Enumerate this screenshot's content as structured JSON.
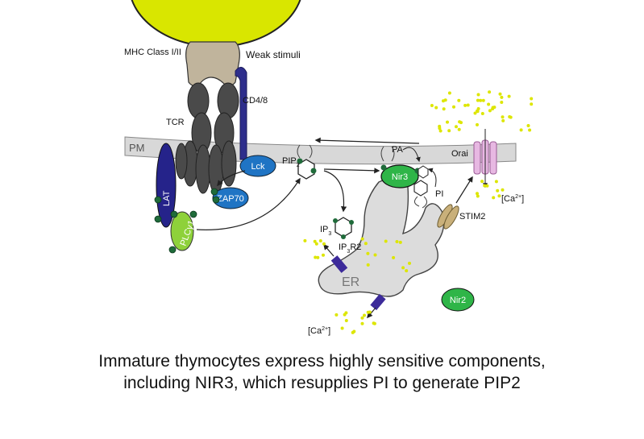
{
  "diagram": {
    "labels": {
      "mhc": "MHC Class I/II",
      "weak_stimuli": "Weak stimuli",
      "cd48": "CD4/8",
      "tcr": "TCR",
      "pm": "PM",
      "lck": "Lck",
      "zap70": "ZAP70",
      "lat": "LAT",
      "plcg1": "PLCγ1",
      "pip2_main": "PIP",
      "pip2_sub": "2",
      "pa": "PA",
      "nir3": "Nir3",
      "pi": "PI",
      "orai": "Orai",
      "ca_right_pre": "[Ca",
      "ca_right_sup": "2+",
      "ca_right_post": "]",
      "stim2": "STIM2",
      "ip3_main": "IP",
      "ip3_sub": "3",
      "ip3r2_main": "IP",
      "ip3r2_sub": "3",
      "ip3r2_post": "R2",
      "er": "ER",
      "nir2": "Nir2",
      "ca_bottom_pre": "[Ca",
      "ca_bottom_sup": "2+",
      "ca_bottom_post": "]"
    },
    "colors": {
      "apc_cell": "#d9e600",
      "mhc": "#c0b49c",
      "tcr": "#4a4a4a",
      "cd48": "#2e2e8c",
      "membrane": "#d8d8d8",
      "lck": "#1f74c4",
      "zap70": "#1f74c4",
      "lat": "#25238a",
      "plcg1": "#8ed13a",
      "nir3": "#2fb548",
      "nir2": "#2fb548",
      "phosphate": "#1f6b3a",
      "er": "#dcdcdc",
      "orai": "#e7b8e2",
      "stim2": "#c9b07a",
      "ca_dots": "#dde600",
      "ip3r2": "#3c2a9a"
    }
  },
  "caption": {
    "line1": "Immature thymocytes express highly sensitive components,",
    "line2": "including NIR3, which resupplies PI to generate PIP2"
  }
}
